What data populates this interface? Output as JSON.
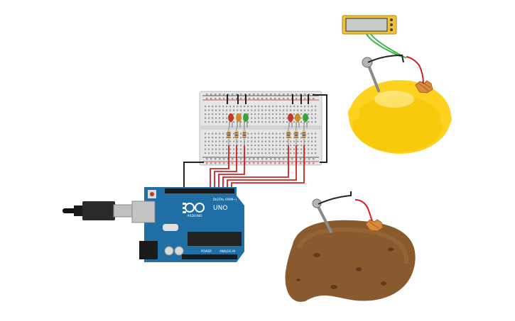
{
  "circuit": {
    "arduino": {
      "brand_text": "ARDUINO",
      "model_text": "UNO",
      "header_digital": "DIGITAL (PWM~)",
      "header_power": "POWER",
      "header_analog": "ANALOG IN"
    },
    "multimeter": {
      "display_value": ""
    },
    "leds": {
      "group_left": [
        "red",
        "orange",
        "green"
      ],
      "group_right": [
        "red",
        "orange",
        "green"
      ]
    },
    "objects": [
      "lemon",
      "potato",
      "breadboard",
      "arduino-uno",
      "multimeter",
      "usb-cable"
    ]
  },
  "colors": {
    "background": "#ffffff",
    "arduino_board": "#1f6fa5",
    "breadboard": "#e6e6e6",
    "wire_red": "#d42020",
    "wire_black": "#222222",
    "wire_green": "#3bb54a",
    "lemon": "#ffd21f",
    "potato": "#8a5a2f",
    "led_red": "#c0392b",
    "led_orange": "#d08a1e",
    "led_green": "#3aa33a",
    "copper": "#d98a3a",
    "multimeter_body": "#f0c23a"
  }
}
